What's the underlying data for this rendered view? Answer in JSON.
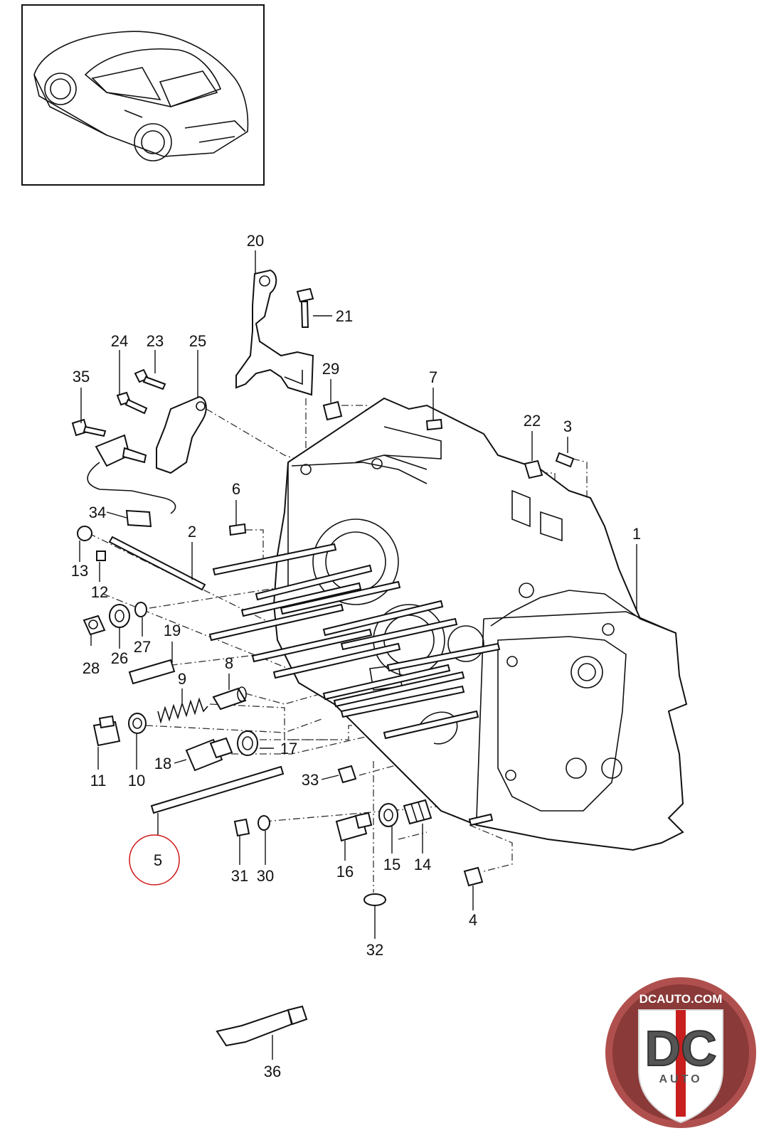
{
  "diagram": {
    "callouts": {
      "c1": "1",
      "c2": "2",
      "c3": "3",
      "c4": "4",
      "c5": "5",
      "c6": "6",
      "c7": "7",
      "c8": "8",
      "c9": "9",
      "c10": "10",
      "c11": "11",
      "c12": "12",
      "c13": "13",
      "c14": "14",
      "c15": "15",
      "c16": "16",
      "c17": "17",
      "c18": "18",
      "c19": "19",
      "c20": "20",
      "c21": "21",
      "c22": "22",
      "c23": "23",
      "c24": "24",
      "c25": "25",
      "c26": "26",
      "c27": "27",
      "c28": "28",
      "c29": "29",
      "c30": "30",
      "c31": "31",
      "c32": "32",
      "c33": "33",
      "c34": "34",
      "c35": "35",
      "c36": "36"
    },
    "highlighted_callout": "5",
    "highlight_color": "#d01818"
  },
  "logo": {
    "top_text": "DCAUTO.COM",
    "letters": "DC",
    "bottom_text": "AUTO",
    "colors": {
      "ring": "#b0504e",
      "inner": "#8a3a38",
      "shield": "#ffffff",
      "stripe": "#c81e1e"
    }
  }
}
